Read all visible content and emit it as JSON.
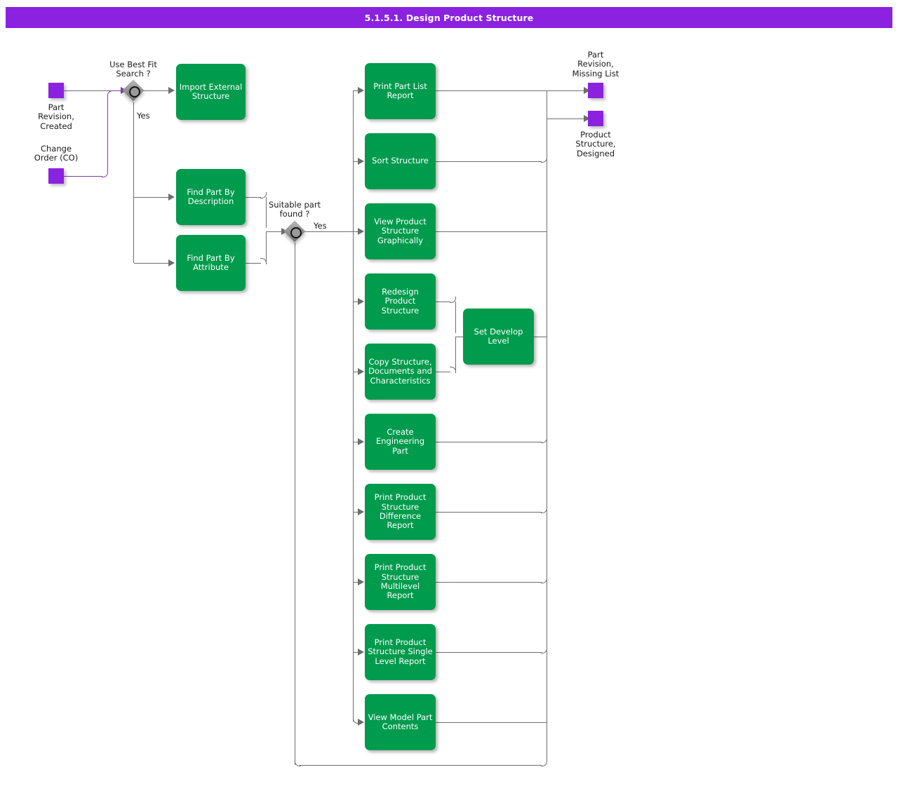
{
  "header": {
    "title": "5.1.5.1. Design Product Structure"
  },
  "colors": {
    "header_bg": "#8a22e0",
    "process": "#009b4d",
    "terminator": "#8a22e0",
    "connector": "#6e6e6e",
    "connector_purple": "#7b3f9d",
    "decision": "#8f8f8f"
  },
  "terminators": [
    {
      "id": "part-revision-created",
      "label": "Part\nRevision,\nCreated"
    },
    {
      "id": "change-order-co",
      "label": "Change\nOrder (CO)"
    },
    {
      "id": "part-revision-missing-list",
      "label": "Part\nRevision,\nMissing List"
    },
    {
      "id": "product-structure-designed",
      "label": "Product\nStructure,\nDesigned"
    }
  ],
  "decisions": [
    {
      "id": "use-best-fit-search",
      "label": "Use Best Fit\nSearch ?",
      "branch": "Yes"
    },
    {
      "id": "suitable-part-found",
      "label": "Suitable part\nfound ?",
      "branch": "Yes"
    }
  ],
  "processes": [
    {
      "id": "import-external-structure",
      "label": "Import External\nStructure"
    },
    {
      "id": "find-part-by-description",
      "label": "Find Part By\nDescription"
    },
    {
      "id": "find-part-by-attribute",
      "label": "Find Part By\nAttribute"
    },
    {
      "id": "print-part-list-report",
      "label": "Print Part List\nReport"
    },
    {
      "id": "sort-structure",
      "label": "Sort Structure"
    },
    {
      "id": "view-product-structure-graphically",
      "label": "View Product\nStructure\nGraphically"
    },
    {
      "id": "redesign-product-structure",
      "label": "Redesign\nProduct\nStructure"
    },
    {
      "id": "set-develop-level",
      "label": "Set Develop\nLevel"
    },
    {
      "id": "copy-structure-documents-and-characteristics",
      "label": "Copy Structure,\nDocuments and\nCharacteristics"
    },
    {
      "id": "create-engineering-part",
      "label": "Create\nEngineering Part"
    },
    {
      "id": "print-product-structure-difference-report",
      "label": "Print Product\nStructure\nDifference\nReport"
    },
    {
      "id": "print-product-structure-multilevel-report",
      "label": "Print Product\nStructure\nMultilevel Report"
    },
    {
      "id": "print-product-structure-single-level-report",
      "label": "Print Product\nStructure Single\nLevel Report"
    },
    {
      "id": "view-model-part-contents",
      "label": "View Model Part\nContents"
    }
  ]
}
